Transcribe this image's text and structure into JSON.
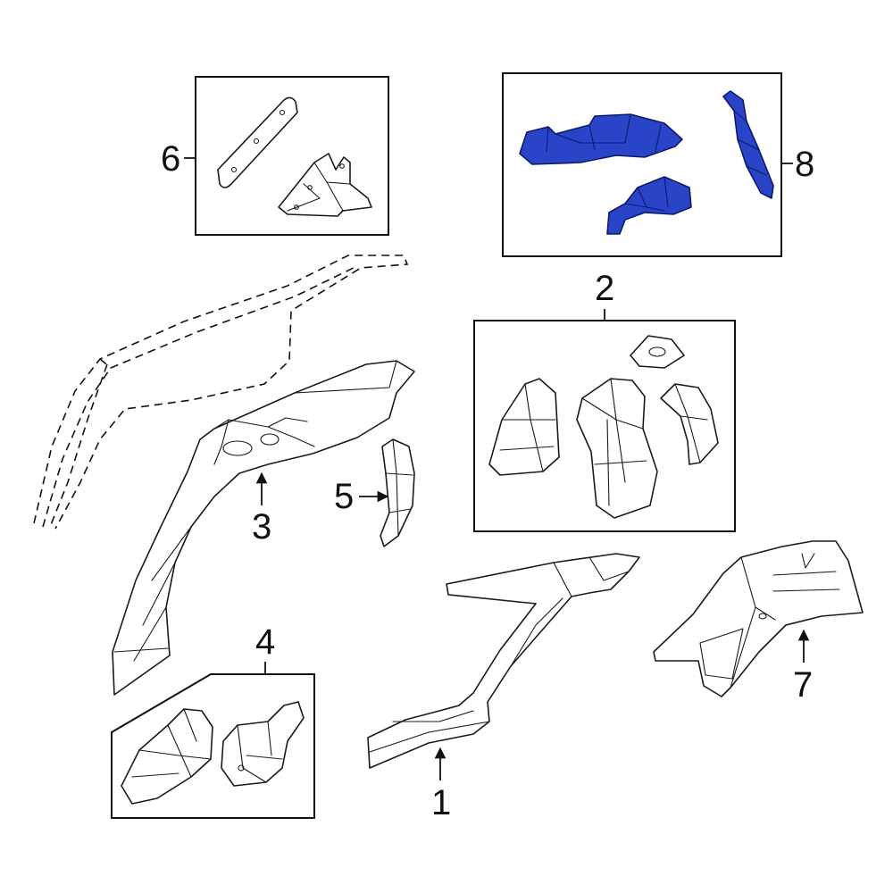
{
  "diagram": {
    "callouts": [
      {
        "id": "1",
        "label": "1"
      },
      {
        "id": "2",
        "label": "2"
      },
      {
        "id": "3",
        "label": "3"
      },
      {
        "id": "4",
        "label": "4"
      },
      {
        "id": "5",
        "label": "5"
      },
      {
        "id": "6",
        "label": "6"
      },
      {
        "id": "7",
        "label": "7"
      },
      {
        "id": "8",
        "label": "8"
      }
    ],
    "highlight_color": "#2a44c8",
    "highlighted_parts": [
      "8"
    ]
  }
}
